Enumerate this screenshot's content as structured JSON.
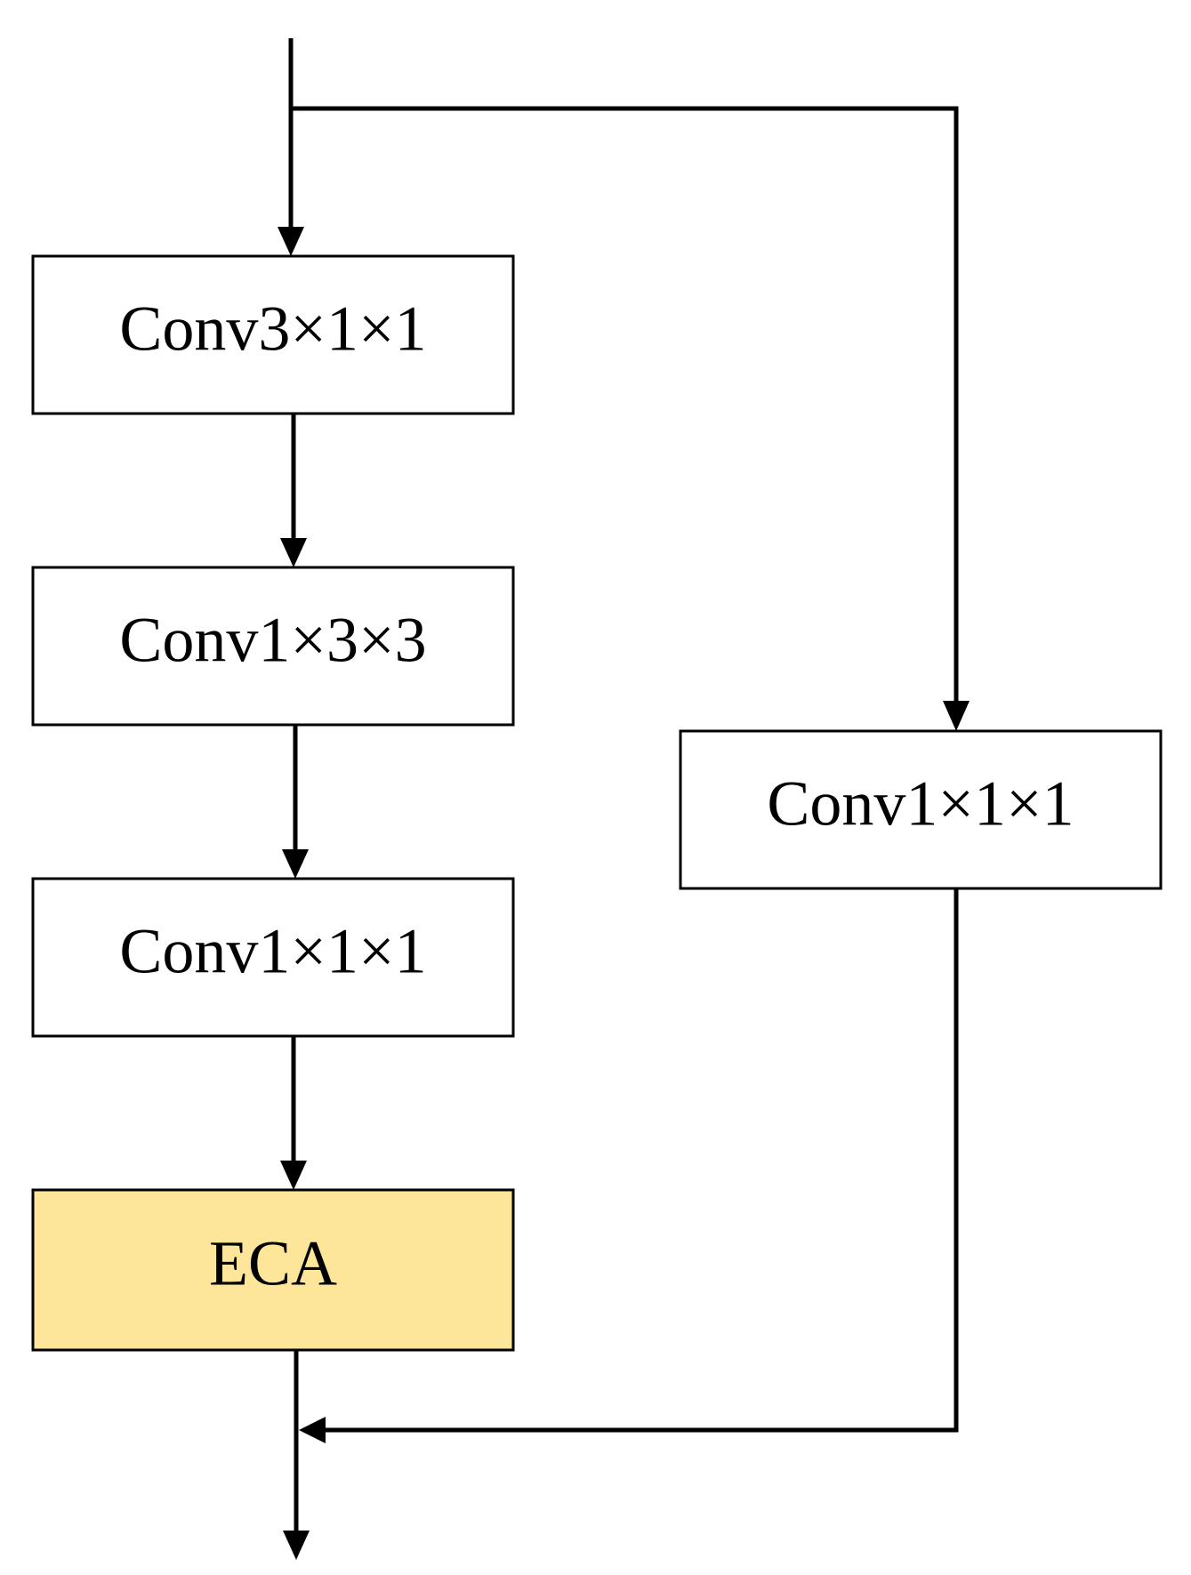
{
  "diagram": {
    "nodes": {
      "conv3x1x1": {
        "label": "Conv3×1×1"
      },
      "conv1x3x3": {
        "label": "Conv1×3×3"
      },
      "conv1x1x1_main": {
        "label": "Conv1×1×1"
      },
      "eca": {
        "label": "ECA"
      },
      "conv1x1x1_shortcut": {
        "label": "Conv1×1×1"
      }
    },
    "colors": {
      "box_fill": "#ffffff",
      "eca_fill": "#fde59a",
      "stroke": "#000000"
    }
  }
}
